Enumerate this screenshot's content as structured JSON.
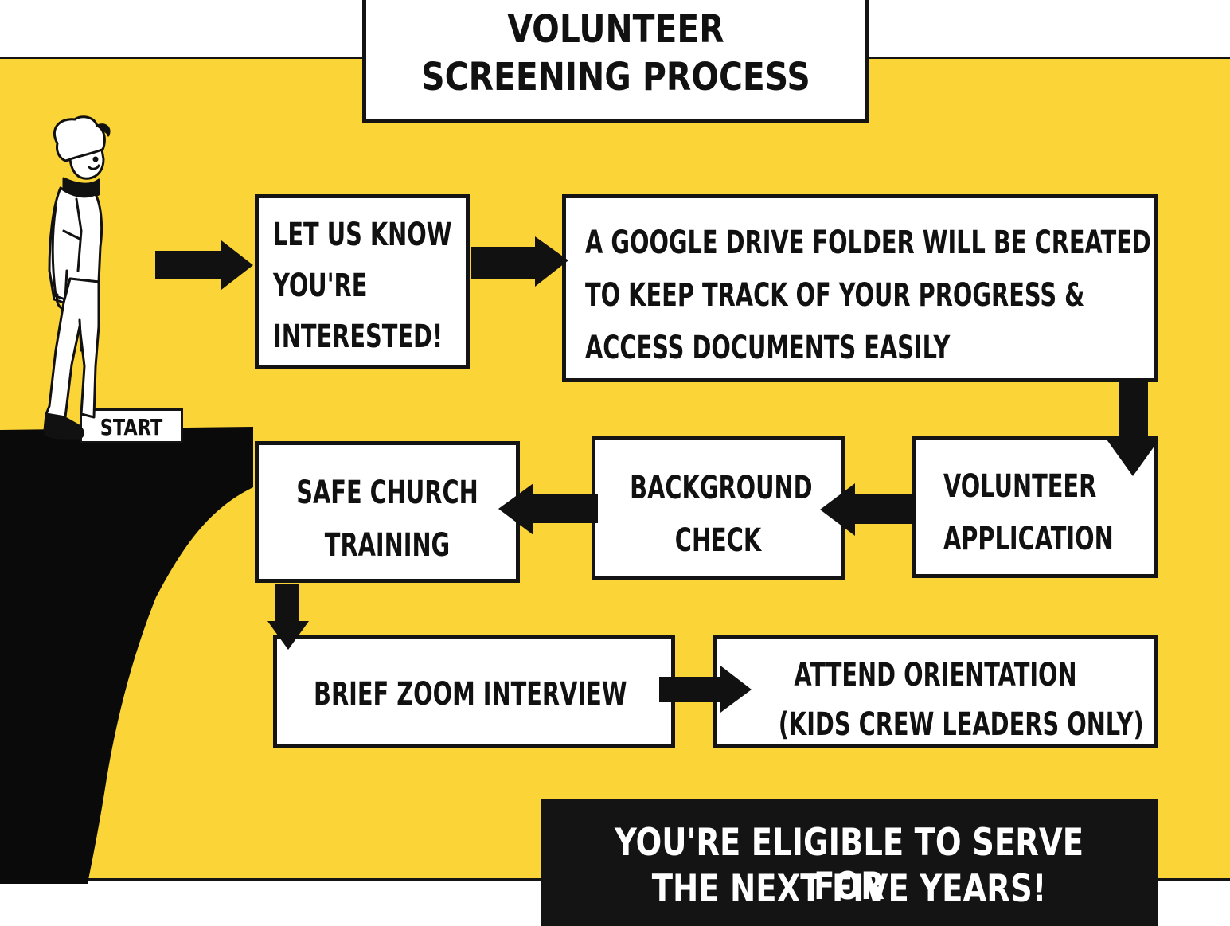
{
  "title": {
    "line1": "VOLUNTEER",
    "line2": "SCREENING PROCESS"
  },
  "start_label": "START",
  "steps": [
    {
      "lines": [
        "LET US KNOW",
        "YOU'RE",
        "INTERESTED!"
      ]
    },
    {
      "lines": [
        "A GOOGLE DRIVE FOLDER WILL BE CREATED",
        "TO KEEP TRACK OF YOUR PROGRESS &",
        "ACCESS DOCUMENTS EASILY"
      ]
    },
    {
      "lines": [
        "VOLUNTEER",
        "APPLICATION"
      ]
    },
    {
      "lines": [
        "BACKGROUND",
        "CHECK"
      ]
    },
    {
      "lines": [
        "SAFE CHURCH",
        "TRAINING"
      ]
    },
    {
      "lines": [
        "BRIEF ZOOM INTERVIEW"
      ]
    },
    {
      "lines": [
        "ATTEND ORIENTATION",
        "(KIDS CREW LEADERS ONLY)"
      ]
    }
  ],
  "final": {
    "line1": "YOU'RE ELIGIBLE TO SERVE FOR",
    "line2": "THE NEXT FIVE YEARS!"
  },
  "colors": {
    "background": "#FBD537",
    "ink": "#141414",
    "paper": "#FFFFFF"
  }
}
